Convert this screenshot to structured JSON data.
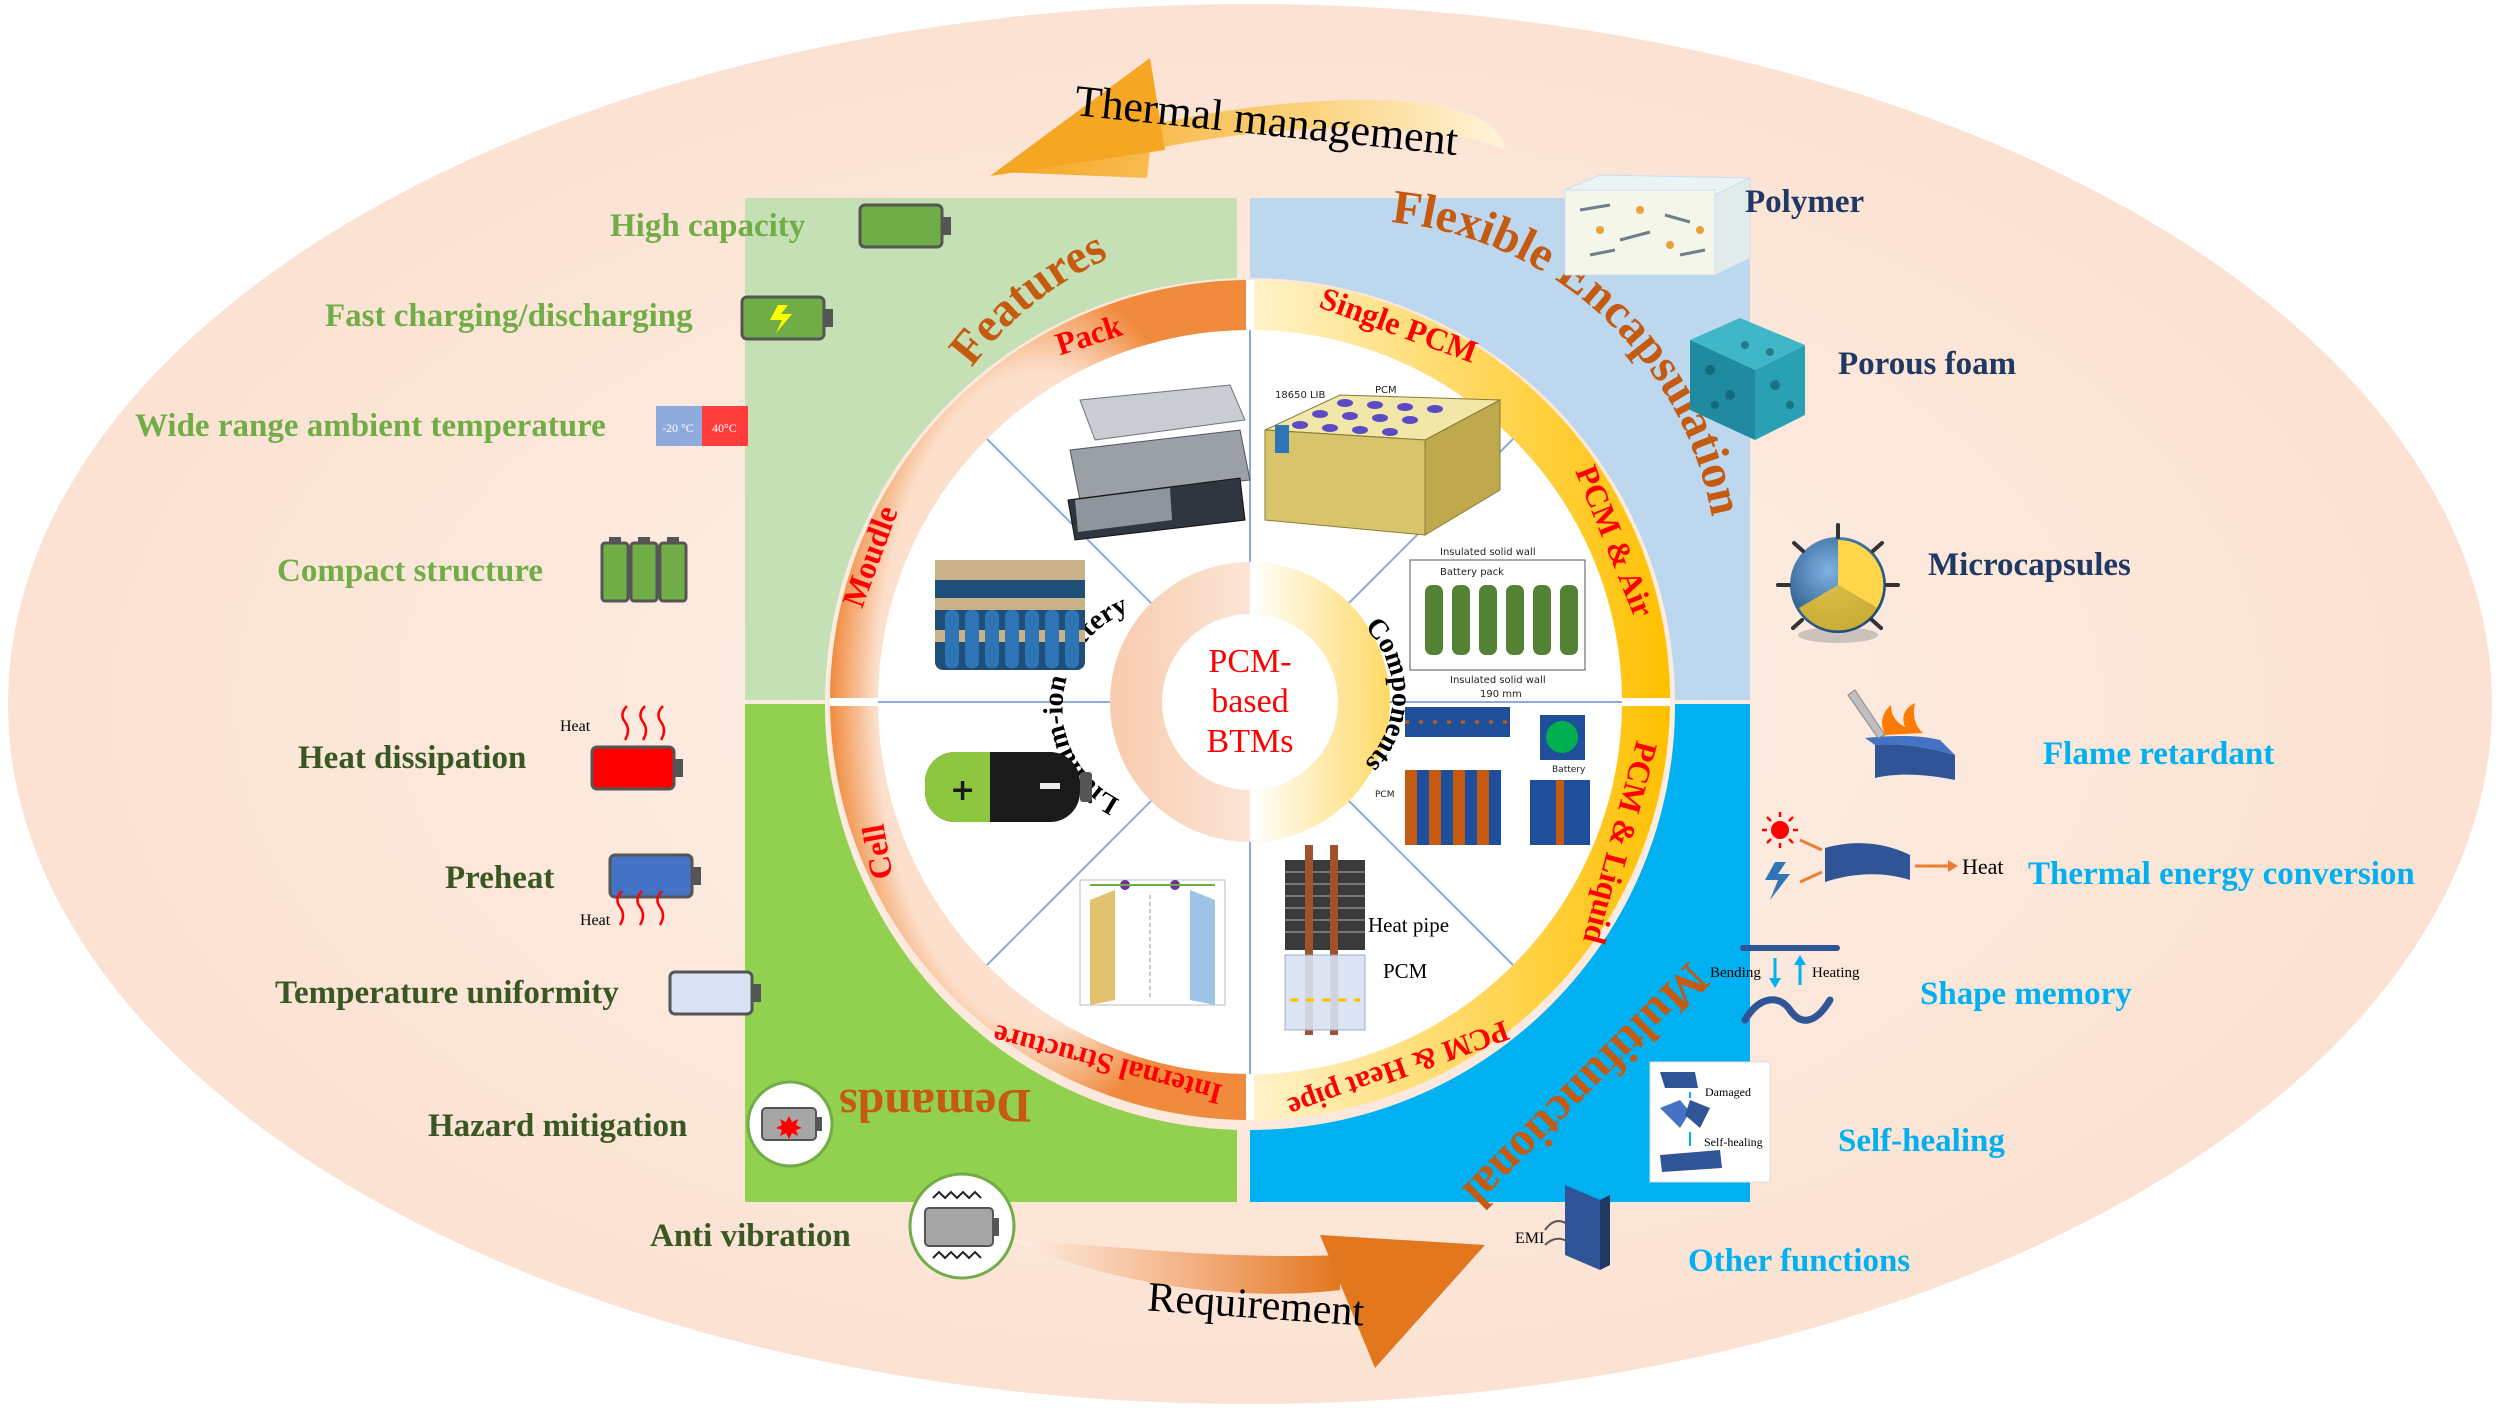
{
  "top_arrow_label": "Thermal management",
  "bottom_arrow_label": "Requirement",
  "center": {
    "line1": "PCM-",
    "line2": "based",
    "line3": "BTMs"
  },
  "inner_ring": {
    "left": "Lithium-ion battery",
    "right": "Components"
  },
  "quadrants": {
    "features": "Features",
    "flexible_encapsulation": "Flexible Encapsulation",
    "demands": "Demands",
    "multifunctional": "Multifunctional"
  },
  "segments": {
    "pack": "Pack",
    "moudle": "Moudle",
    "cell": "Cell",
    "internal_structure": "Internal Structure",
    "single_pcm": "Single PCM",
    "pcm_air": "PCM & Air",
    "pcm_liquid": "PCM & Liquid",
    "pcm_heat_pipe": "PCM & Heat pipe"
  },
  "features": [
    {
      "label": "High capacity"
    },
    {
      "label": "Fast charging/discharging"
    },
    {
      "label": "Wide range ambient temperature",
      "temp_low": "-20 °C",
      "temp_high": "40°C"
    },
    {
      "label": "Compact structure"
    }
  ],
  "demands": [
    {
      "label": "Heat dissipation",
      "icon_text": "Heat"
    },
    {
      "label": "Preheat",
      "icon_text": "Heat"
    },
    {
      "label": "Temperature uniformity"
    },
    {
      "label": "Hazard mitigation"
    },
    {
      "label": "Anti vibration"
    }
  ],
  "encapsulation": [
    {
      "label": "Polymer"
    },
    {
      "label": "Porous foam"
    },
    {
      "label": "Microcapsules"
    }
  ],
  "multifunctional": [
    {
      "label": "Flame retardant"
    },
    {
      "label": "Thermal energy conversion",
      "icon_text": "Heat"
    },
    {
      "label": "Shape memory",
      "icon_text_1": "Bending",
      "icon_text_2": "Heating"
    },
    {
      "label": "Self-healing",
      "icon_text_1": "Damaged",
      "icon_text_2": "Self-healing"
    },
    {
      "label": "Other functions",
      "icon_text": "EMI"
    }
  ],
  "inset_labels": {
    "air_top": "Insulated solid wall",
    "air_bottom": "Insulated solid wall",
    "air_pack": "Battery pack",
    "air_dim": "190 mm",
    "single_cell": "18650 LIB",
    "single_pcm": "PCM",
    "liquid_battery": "Battery",
    "liquid_pcm": "PCM",
    "hp_heat_pipe": "Heat pipe",
    "hp_pcm": "PCM"
  },
  "colors": {
    "features_quadrant": "#C5E0B4",
    "encapsulation_quadrant": "#BDD7EE",
    "demands_quadrant": "#92D050",
    "multifunctional_quadrant": "#00B0F0",
    "segment_text": "#FF0000",
    "quadrant_title": "#C55A11",
    "ellipse_bg": "#FCE4D6"
  }
}
